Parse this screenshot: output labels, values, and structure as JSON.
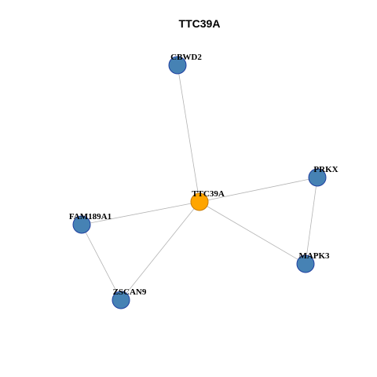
{
  "title": "TTC39A",
  "colors": {
    "center_fill": "#FFA500",
    "center_stroke": "#C87A00",
    "node_fill": "#4682B4",
    "node_stroke": "#1F3FA0",
    "edge": "#B3B3B3"
  },
  "nodes": [
    {
      "id": "TTC39A",
      "label": "TTC39A",
      "center": true
    },
    {
      "id": "CBWD2",
      "label": "CBWD2",
      "center": false
    },
    {
      "id": "PRKX",
      "label": "PRKX",
      "center": false
    },
    {
      "id": "FAM189A1",
      "label": "FAM189A1",
      "center": false
    },
    {
      "id": "MAPK3",
      "label": "MAPK3",
      "center": false
    },
    {
      "id": "ZSCAN9",
      "label": "ZSCAN9",
      "center": false
    }
  ],
  "edges": [
    {
      "from": "TTC39A",
      "to": "CBWD2"
    },
    {
      "from": "TTC39A",
      "to": "PRKX"
    },
    {
      "from": "TTC39A",
      "to": "FAM189A1"
    },
    {
      "from": "TTC39A",
      "to": "MAPK3"
    },
    {
      "from": "TTC39A",
      "to": "ZSCAN9"
    },
    {
      "from": "PRKX",
      "to": "MAPK3"
    },
    {
      "from": "FAM189A1",
      "to": "ZSCAN9"
    }
  ]
}
